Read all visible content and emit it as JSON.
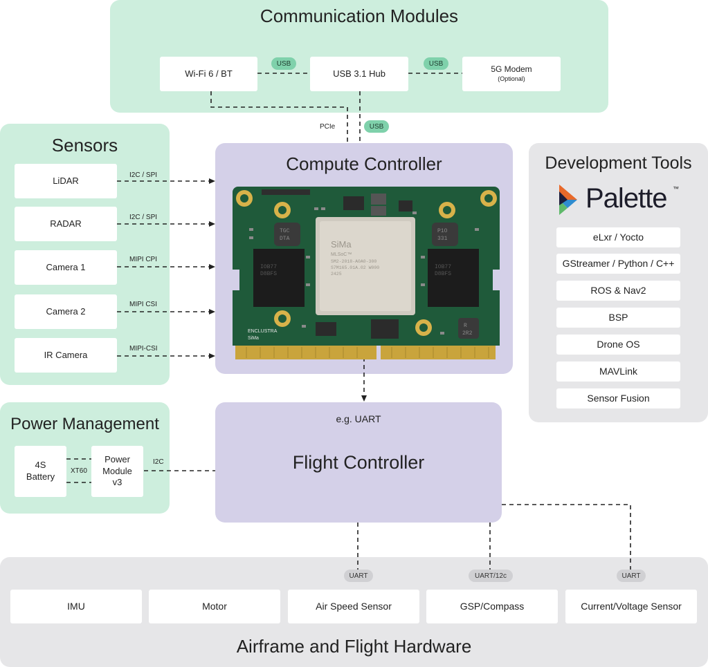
{
  "comm": {
    "title": "Communication Modules",
    "wifi": "Wi-Fi 6 / BT",
    "hub": "USB 3.1 Hub",
    "modem": "5G Modem",
    "modem_note": "(Optional)",
    "usb_tag": "USB",
    "pcie_label": "PCIe"
  },
  "sensors": {
    "title": "Sensors",
    "items": [
      {
        "label": "LiDAR",
        "link": "I2C / SPI"
      },
      {
        "label": "RADAR",
        "link": "I2C / SPI"
      },
      {
        "label": "Camera 1",
        "link": "MIPI CPI"
      },
      {
        "label": "Camera 2",
        "link": "MIPI CSI"
      },
      {
        "label": "IR Camera",
        "link": "MIPI-CSI"
      }
    ]
  },
  "compute": {
    "title": "Compute Controller",
    "chip_brand": "SiMa",
    "chip_model": "MLSoC™",
    "chip_lines": [
      "SM2-2018-A0A0-300",
      "S7M165.01A.02 W000",
      "2425"
    ],
    "board_brand": "ENCLUSTRA",
    "board_sub": "SiMa",
    "ic_left": [
      "IOB77",
      "D8BFS"
    ],
    "ic_right": [
      "IOB77",
      "D8BFS"
    ],
    "inductor_left": [
      "TGC",
      "DTA"
    ],
    "inductor_right": [
      "P1O",
      "331"
    ],
    "corner_chip": [
      "R",
      "2R2"
    ]
  },
  "devtools": {
    "title": "Development Tools",
    "brand": "Palette",
    "brand_tm": "™",
    "items": [
      "eLxr / Yocto",
      "GStreamer / Python / C++",
      "ROS & Nav2",
      "BSP",
      "Drone OS",
      "MAVLink",
      "Sensor Fusion"
    ]
  },
  "power": {
    "title": "Power Management",
    "battery": [
      "4S",
      "Battery"
    ],
    "connector": "XT60",
    "module": [
      "Power",
      "Module",
      "v3"
    ],
    "link": "I2C"
  },
  "flight": {
    "title": "Flight Controller",
    "top_label": "e.g. UART"
  },
  "airframe": {
    "title": "Airframe and Flight Hardware",
    "items": [
      "IMU",
      "Motor",
      "Air Speed Sensor",
      "GSP/Compass",
      "Current/Voltage Sensor"
    ],
    "tags": [
      "UART",
      "UART/12c",
      "UART"
    ]
  },
  "colors": {
    "green_panel": "#cdeedd",
    "purple_panel": "#d4d0e8",
    "grey_panel": "#e6e6e8",
    "usb_tag": "#7fd1ab",
    "pcb": "#1f5a3a",
    "gold": "#d8b24a"
  }
}
